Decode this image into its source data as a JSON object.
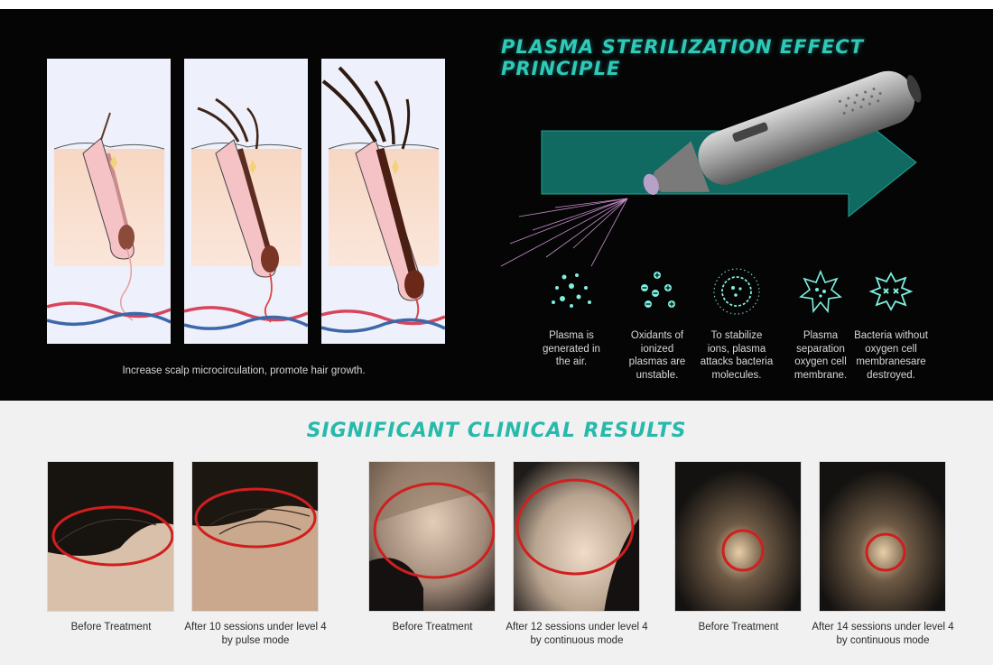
{
  "top_section": {
    "title": "PLASMA STERILIZATION EFFECT PRINCIPLE",
    "left_caption": "Increase scalp microcirculation, promote hair growth.",
    "steps": [
      {
        "icon": "dots-icon",
        "text": "Plasma is generated in the air."
      },
      {
        "icon": "ions-icon",
        "text": "Oxidants of ionized plasmas are unstable."
      },
      {
        "icon": "attack-icon",
        "text": "To stabilize ions, plasma attacks bacteria molecules."
      },
      {
        "icon": "membrane-icon",
        "text": "Plasma separation oxygen cell membrane."
      },
      {
        "icon": "bacteria-destroyed-icon",
        "text": "Bacteria without oxygen cell membranesare destroyed."
      }
    ]
  },
  "clinical": {
    "title": "SIGNIFICANT CLINICAL RESULTS",
    "pairs": [
      {
        "before": "Before Treatment",
        "after": "After 10 sessions under level 4 by pulse mode"
      },
      {
        "before": "Before Treatment",
        "after": "After 12 sessions under level 4 by continuous mode"
      },
      {
        "before": "Before Treatment",
        "after": "After 14 sessions under level 4 by continuous mode"
      }
    ]
  },
  "colors": {
    "accent": "#2ec9b8",
    "circle": "#d11f1f",
    "background_dark": "#050505",
    "background_light": "#f1f1f1"
  }
}
